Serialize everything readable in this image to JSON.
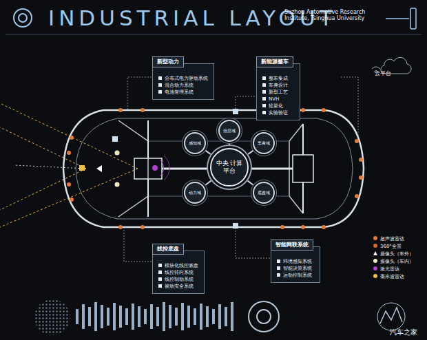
{
  "diagram": {
    "title": "INDUSTRIAL LAYOUT",
    "nodes": [
      {
        "text": [
          "新型动力",
          "分布式电力驱动系统",
          "混合动力系统",
          "电池管理系统"
        ]
      },
      {
        "text": [
          "新能源整车",
          "整车集成",
          "车身设计",
          "新型工艺",
          "NVH",
          "轻量化",
          "实验验证"
        ]
      },
      {
        "text": [
          "云平台"
        ]
      },
      {
        "text": [
          "信息域"
        ]
      },
      {
        "text": [
          "感知域"
        ]
      },
      {
        "text": [
          "车身域"
        ]
      },
      {
        "text": [
          "中央 计算平台"
        ]
      },
      {
        "text": [
          "动力域"
        ]
      },
      {
        "text": [
          "底盘域"
        ]
      },
      {
        "text": [
          "线控底盘",
          "模块化线控底盘",
          "线控转向系统",
          "线控制动系统",
          "被动安全系统"
        ]
      },
      {
        "text": [
          "智能网联系统",
          "环境感知系统",
          "智能决策系统",
          "运动控制系统"
        ]
      }
    ],
    "edges": [
      {
        "from": 6,
        "to": 3,
        "arrow": "none"
      },
      {
        "from": 6,
        "to": 4,
        "arrow": "none"
      },
      {
        "from": 6,
        "to": 5,
        "arrow": "none"
      },
      {
        "from": 6,
        "to": 7,
        "arrow": "none"
      },
      {
        "from": 6,
        "to": 8,
        "arrow": "none"
      }
    ],
    "labels": [
      "Suzhou Automotive Research Institute, Tsinghua University",
      "汽车之家"
    ],
    "legend": [
      {
        "text": "超声波雷达",
        "color": "#e87a3a"
      },
      {
        "text": "360°全景",
        "color": "#d8662a"
      },
      {
        "text": "摄像头（车外）"
      },
      {
        "text": "摄像头（车内）",
        "color": "#f0e8c0"
      },
      {
        "text": "激光雷达",
        "color": "#b040d0"
      },
      {
        "text": "毫米波雷达",
        "color": "#f0c040"
      }
    ]
  }
}
